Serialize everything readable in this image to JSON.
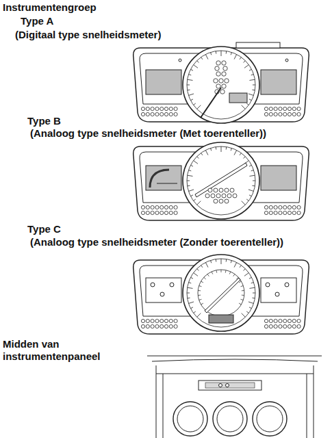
{
  "diagram": {
    "title": "Instrumentengroep",
    "labels": [
      "Type A",
      "(Digitaal type snelheidsmeter)",
      "Type B",
      "(Analoog type snelheidsmeter (Met toerenteller))",
      "Type C",
      "(Analoog type snelheidsmeter (Zonder toerenteller))",
      "Midden van instrumentenpaneel"
    ]
  }
}
